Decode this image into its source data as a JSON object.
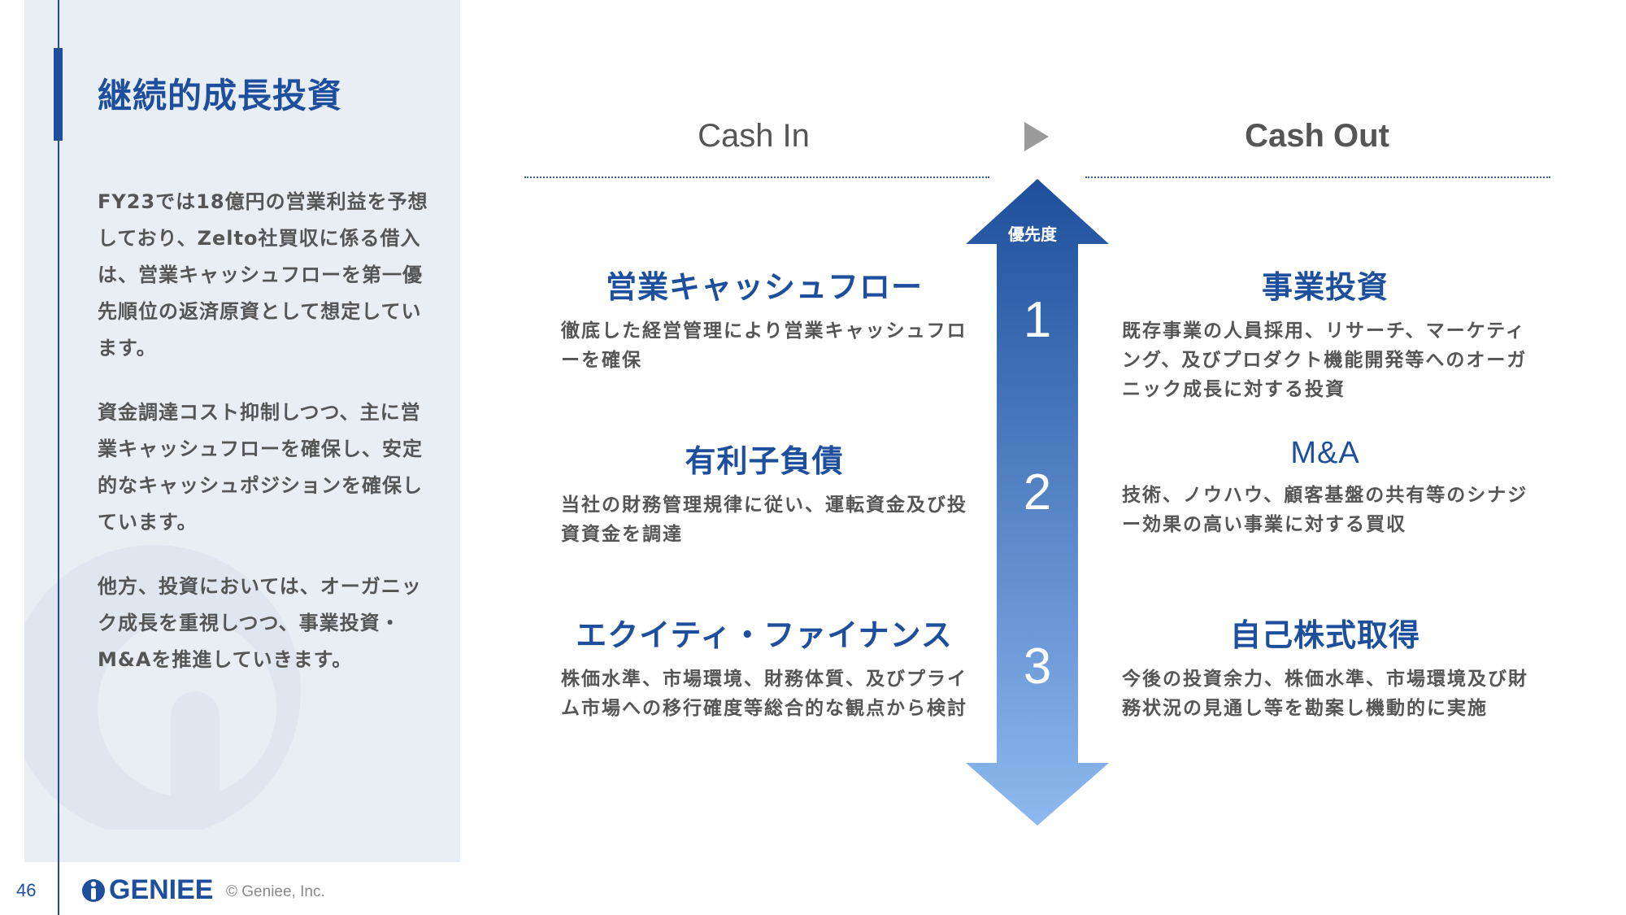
{
  "page": {
    "title": "継続的成長投資",
    "page_number": "46",
    "logo_text": "GENIEE",
    "copyright": "© Geniee, Inc."
  },
  "left_text": {
    "paragraphs": [
      "FY23では18億円の営業利益を予想しており、Zelto社買収に係る借入は、営業キャッシュフローを第一優先順位の返済原資として想定しています。",
      "資金調達コスト抑制しつつ、主に営業キャッシュフローを確保し、安定的なキャッシュポジションを確保しています。",
      "他方、投資においては、オーガニック成長を重視しつつ、事業投資・M&Aを推進していきます。"
    ]
  },
  "header": {
    "cash_in": "Cash In",
    "cash_out": "Cash Out"
  },
  "priority": {
    "label": "優先度",
    "numbers": [
      "1",
      "2",
      "3"
    ]
  },
  "cash_in": [
    {
      "title": "営業キャッシュフロー",
      "desc": "徹底した経営管理により営業キャッシュフローを確保"
    },
    {
      "title": "有利子負債",
      "desc": "当社の財務管理規律に従い、運転資金及び投資資金を調達"
    },
    {
      "title": "エクイティ・ファイナンス",
      "desc": "株価水準、市場環境、財務体質、及びプライム市場への移行確度等総合的な観点から検討"
    }
  ],
  "cash_out": [
    {
      "title": "事業投資",
      "desc": "既存事業の人員採用、リサーチ、マーケティング、及びプロダクト機能開発等へのオーガニック成長に対する投資"
    },
    {
      "title": "M&A",
      "desc": "技術、ノウハウ、顧客基盤の共有等のシナジー効果の高い事業に対する買収"
    },
    {
      "title": "自己株式取得",
      "desc": "今後の投資余力、株価水準、市場環境及び財務状況の見通し等を勘案し機動的に実施"
    }
  ],
  "colors": {
    "brand_blue": "#1e4f9c",
    "panel_bg": "#e9eef5",
    "arrow_top": "#1e4f9c",
    "arrow_bottom": "#8db9ef"
  },
  "icons": {
    "head_arrow": "triangle-right-icon",
    "priority_arrow": "double-arrow-icon",
    "logo": "geniee-logo-icon"
  }
}
